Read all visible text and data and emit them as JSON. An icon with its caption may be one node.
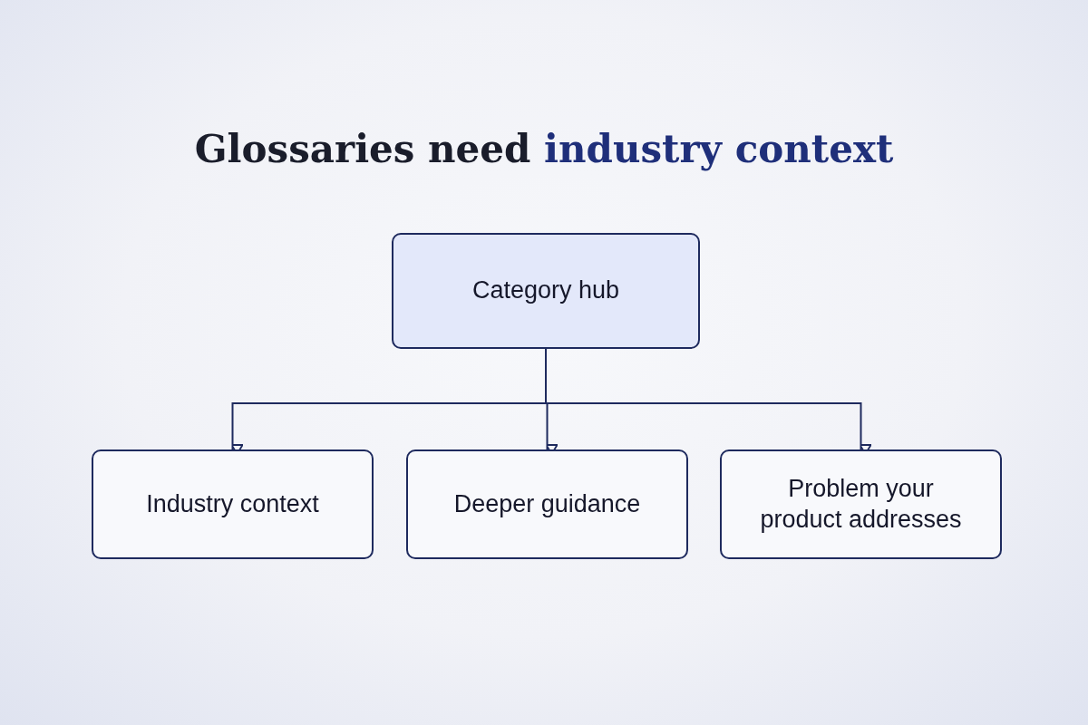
{
  "diagram": {
    "title": "Glossaries need **industry context**",
    "nodes": [
      {
        "text": [
          "Category hub"
        ]
      },
      {
        "text": [
          "Industry context"
        ]
      },
      {
        "text": [
          "Deeper guidance"
        ]
      },
      {
        "text": [
          "Problem your product addresses"
        ]
      }
    ],
    "edges": [
      {
        "from": 0,
        "to": 1,
        "arrow": "to"
      },
      {
        "from": 0,
        "to": 2,
        "arrow": "to"
      },
      {
        "from": 0,
        "to": 3,
        "arrow": "to"
      }
    ]
  }
}
